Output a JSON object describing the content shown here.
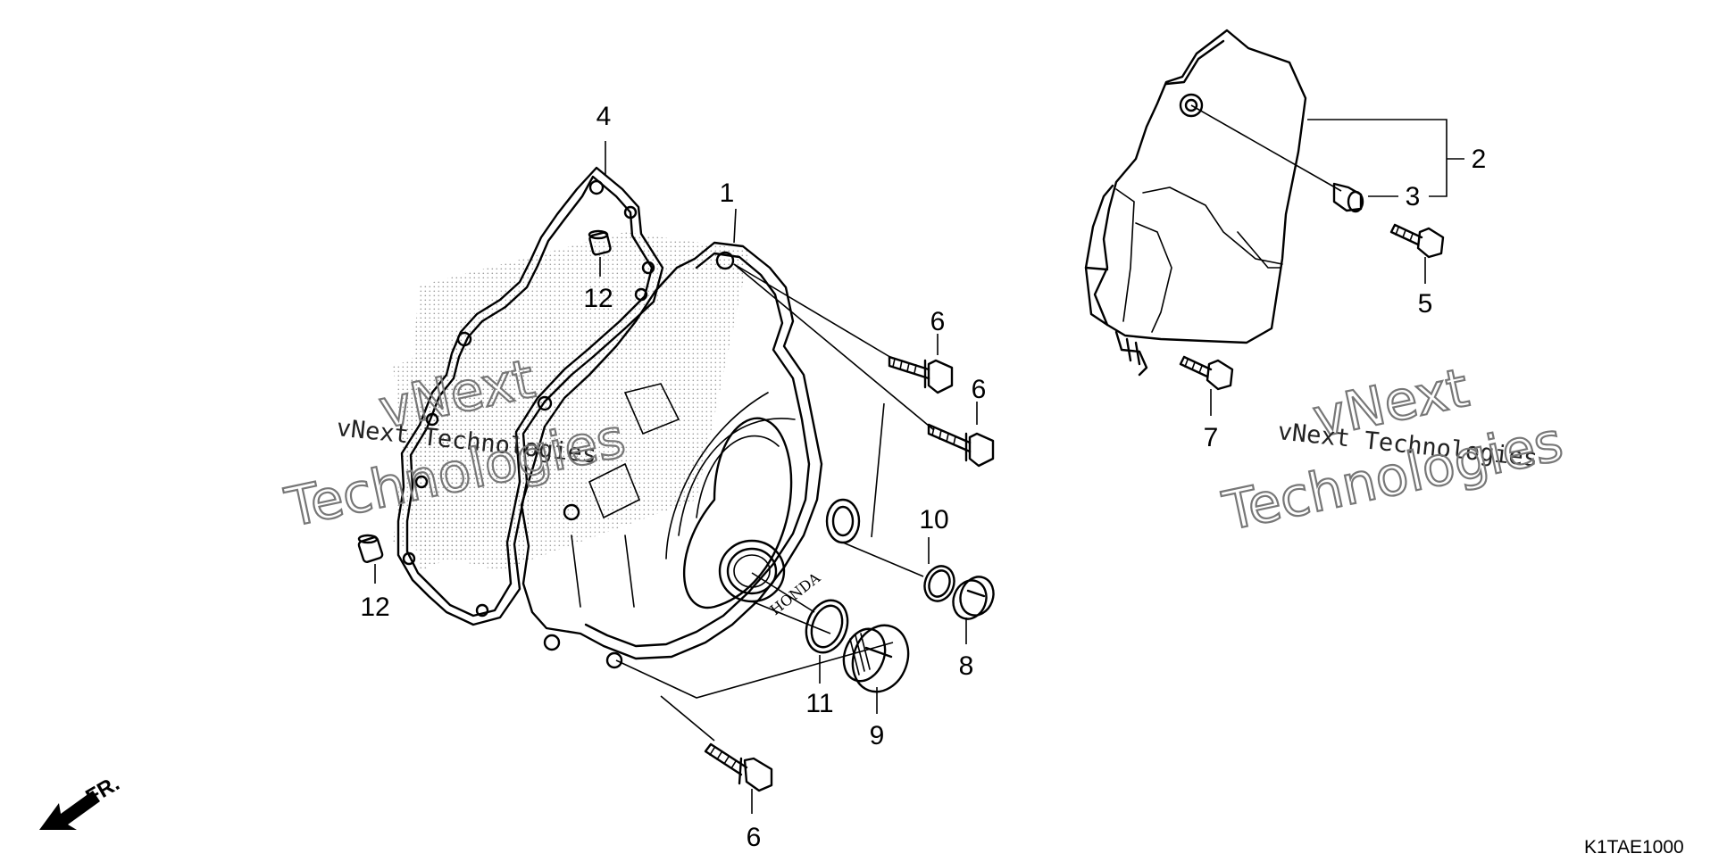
{
  "diagram": {
    "callouts": [
      "1",
      "2",
      "3",
      "4",
      "5",
      "6",
      "6",
      "6",
      "7",
      "8",
      "9",
      "10",
      "11",
      "12",
      "12"
    ],
    "diagram_code": "K1TAE1000",
    "direction_label": "FR.",
    "brand_stamp": "HONDA",
    "watermarks": [
      {
        "top": "vNext",
        "middle": "vNext Technologies",
        "bottom": "Technologies"
      },
      {
        "top": "vNext",
        "middle": "vNext Technologies",
        "bottom": "Technologies"
      }
    ]
  }
}
